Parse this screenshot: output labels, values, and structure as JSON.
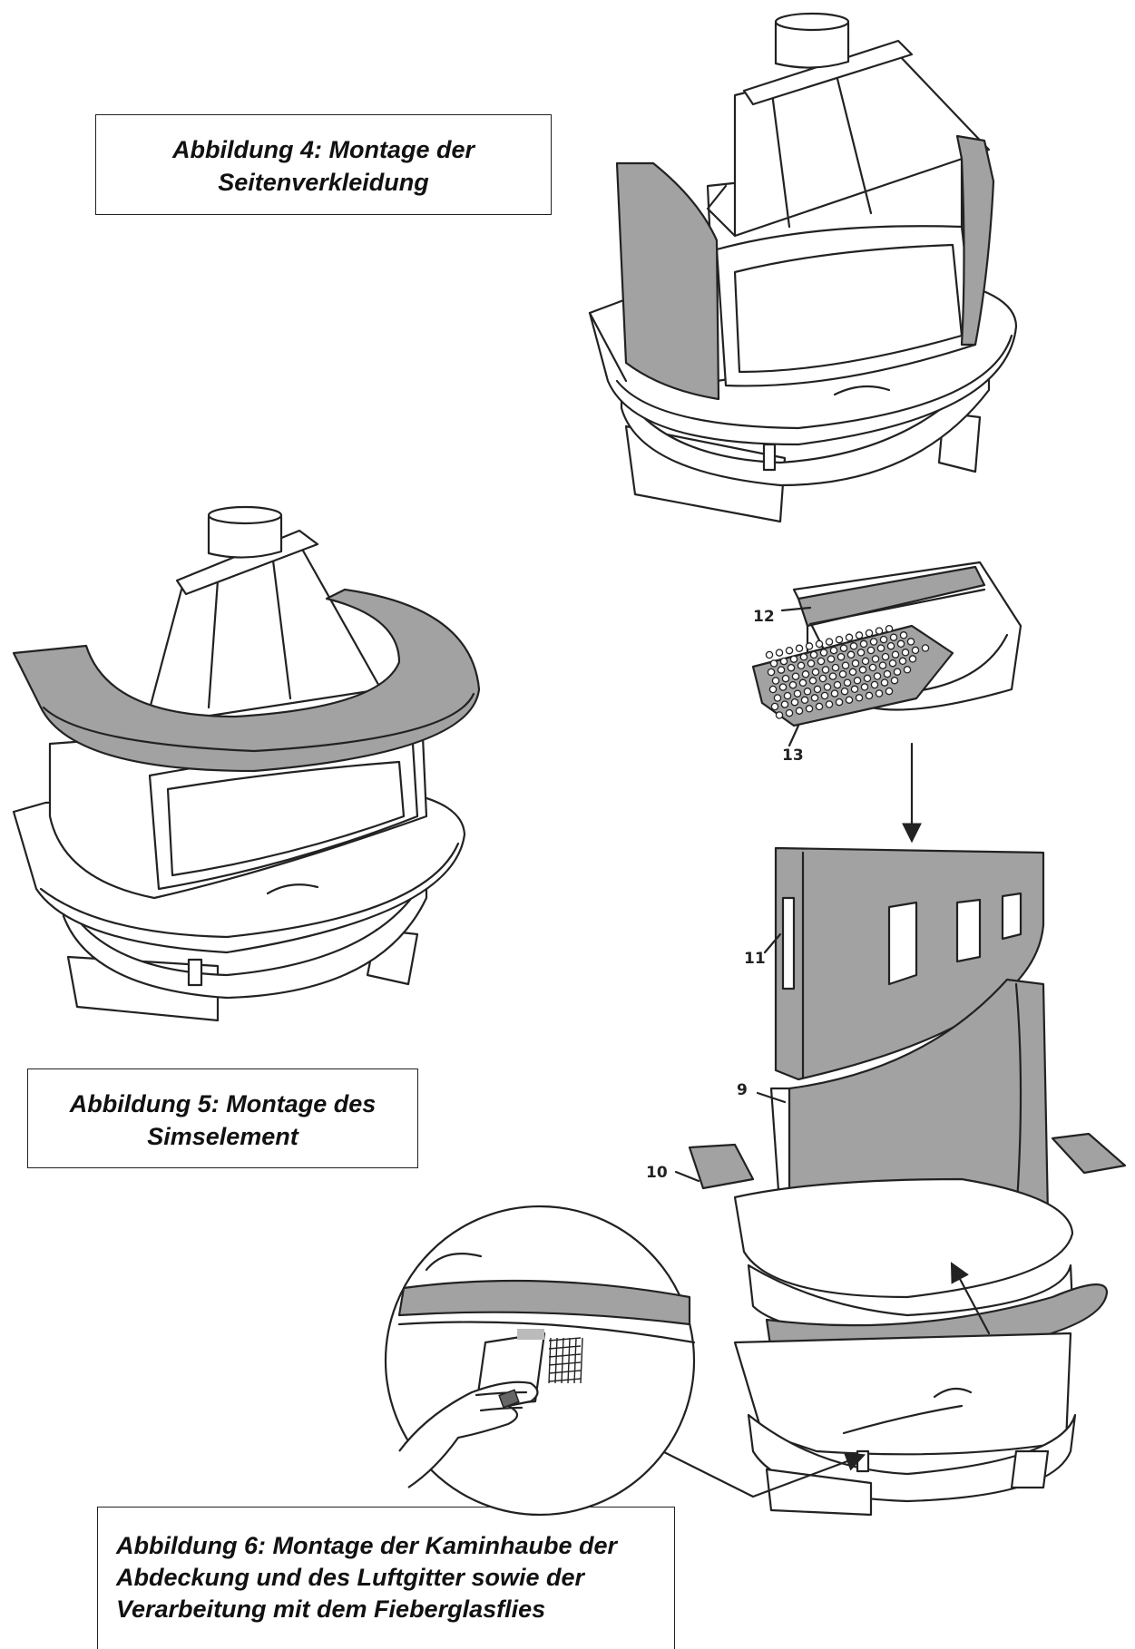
{
  "figure4": {
    "line1": "Abbildung 4: Montage der",
    "line2": "Seitenverkleidung"
  },
  "figure5": {
    "line1": "Abbildung 5: Montage des",
    "line2": "Simselement"
  },
  "figure6": {
    "line1": "Abbildung 6: Montage der Kaminhaube der",
    "line2": "Abdeckung und des Luftgitter sowie der",
    "line3": "Verarbeitung mit dem Fieberglasflies"
  },
  "part_labels": {
    "p12": "12",
    "p13": "13",
    "p11": "11",
    "p9": "9",
    "p10": "10"
  },
  "colors": {
    "panel_fill": "#a2a2a2",
    "line": "#222222",
    "background": "#ffffff"
  }
}
